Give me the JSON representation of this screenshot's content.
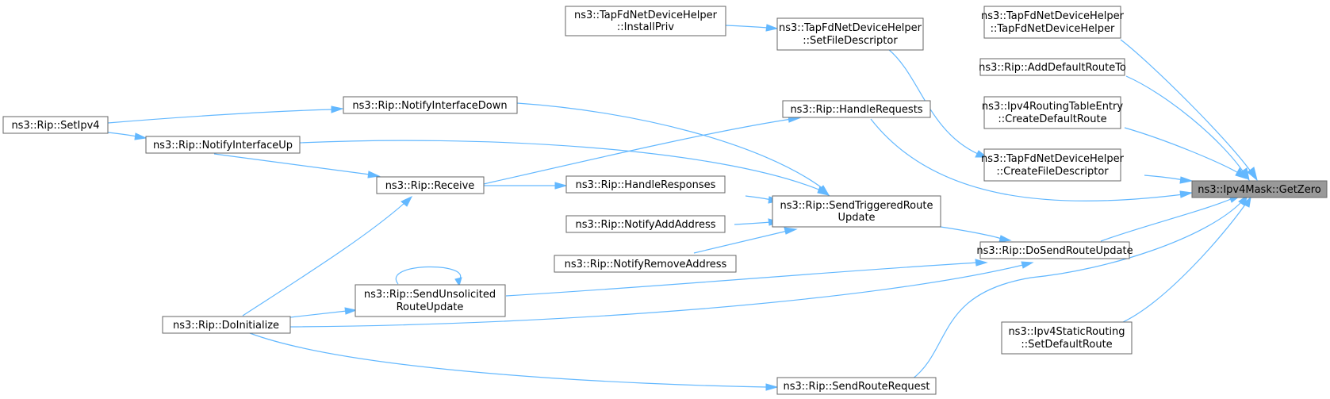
{
  "nodes": {
    "getzero": {
      "lines": [
        "ns3::Ipv4Mask::GetZero"
      ]
    },
    "tapfd_ctor": {
      "lines": [
        "ns3::TapFdNetDeviceHelper",
        "::TapFdNetDeviceHelper"
      ]
    },
    "rip_adddefault": {
      "lines": [
        "ns3::Rip::AddDefaultRouteTo"
      ]
    },
    "ipv4rte_createdefault": {
      "lines": [
        "ns3::Ipv4RoutingTableEntry",
        "::CreateDefaultRoute"
      ]
    },
    "tapfd_createfd": {
      "lines": [
        "ns3::TapFdNetDeviceHelper",
        "::CreateFileDescriptor"
      ]
    },
    "tapfd_installpriv": {
      "lines": [
        "ns3::TapFdNetDeviceHelper",
        "::InstallPriv"
      ]
    },
    "tapfd_setfd": {
      "lines": [
        "ns3::TapFdNetDeviceHelper",
        "::SetFileDescriptor"
      ]
    },
    "rip_handlerequests": {
      "lines": [
        "ns3::Rip::HandleRequests"
      ]
    },
    "rip_sendtriggered": {
      "lines": [
        "ns3::Rip::SendTriggeredRoute",
        "Update"
      ]
    },
    "rip_dosend": {
      "lines": [
        "ns3::Rip::DoSendRouteUpdate"
      ]
    },
    "ipv4static_setdefault": {
      "lines": [
        "ns3::Ipv4StaticRouting",
        "::SetDefaultRoute"
      ]
    },
    "rip_sendrouterequest": {
      "lines": [
        "ns3::Rip::SendRouteRequest"
      ]
    },
    "rip_notifyifdown": {
      "lines": [
        "ns3::Rip::NotifyInterfaceDown"
      ]
    },
    "rip_setipv4": {
      "lines": [
        "ns3::Rip::SetIpv4"
      ]
    },
    "rip_notifyifup": {
      "lines": [
        "ns3::Rip::NotifyInterfaceUp"
      ]
    },
    "rip_receive": {
      "lines": [
        "ns3::Rip::Receive"
      ]
    },
    "rip_handleresponses": {
      "lines": [
        "ns3::Rip::HandleResponses"
      ]
    },
    "rip_notifyaddaddr": {
      "lines": [
        "ns3::Rip::NotifyAddAddress"
      ]
    },
    "rip_notifyremoveaddr": {
      "lines": [
        "ns3::Rip::NotifyRemoveAddress"
      ]
    },
    "rip_sendunsolicited": {
      "lines": [
        "ns3::Rip::SendUnsolicited",
        "RouteUpdate"
      ]
    },
    "rip_doinitialize": {
      "lines": [
        "ns3::Rip::DoInitialize"
      ]
    }
  },
  "edges": [
    [
      "tapfd_ctor",
      "getzero"
    ],
    [
      "rip_adddefault",
      "getzero"
    ],
    [
      "ipv4rte_createdefault",
      "getzero"
    ],
    [
      "tapfd_createfd",
      "getzero"
    ],
    [
      "rip_handlerequests",
      "getzero"
    ],
    [
      "rip_dosend",
      "getzero"
    ],
    [
      "rip_sendrouterequest",
      "getzero"
    ],
    [
      "ipv4static_setdefault",
      "getzero"
    ],
    [
      "tapfd_installpriv",
      "tapfd_setfd"
    ],
    [
      "tapfd_setfd",
      "tapfd_createfd"
    ],
    [
      "rip_sendtriggered",
      "rip_dosend"
    ],
    [
      "rip_notifyifdown",
      "rip_sendtriggered"
    ],
    [
      "rip_notifyifup",
      "rip_sendtriggered"
    ],
    [
      "rip_receive",
      "rip_handlerequests"
    ],
    [
      "rip_handleresponses",
      "rip_sendtriggered"
    ],
    [
      "rip_notifyaddaddr",
      "rip_sendtriggered"
    ],
    [
      "rip_notifyremoveaddr",
      "rip_sendtriggered"
    ],
    [
      "rip_sendunsolicited",
      "rip_dosend"
    ],
    [
      "rip_doinitialize",
      "rip_dosend"
    ],
    [
      "rip_receive",
      "rip_handleresponses"
    ],
    [
      "rip_setipv4",
      "rip_notifyifdown"
    ],
    [
      "rip_setipv4",
      "rip_notifyifup"
    ],
    [
      "rip_notifyifup",
      "rip_receive"
    ],
    [
      "rip_doinitialize",
      "rip_receive"
    ],
    [
      "rip_doinitialize",
      "rip_sendunsolicited"
    ],
    [
      "rip_sendunsolicited",
      "rip_sendunsolicited"
    ],
    [
      "rip_doinitialize",
      "rip_sendrouterequest"
    ]
  ]
}
